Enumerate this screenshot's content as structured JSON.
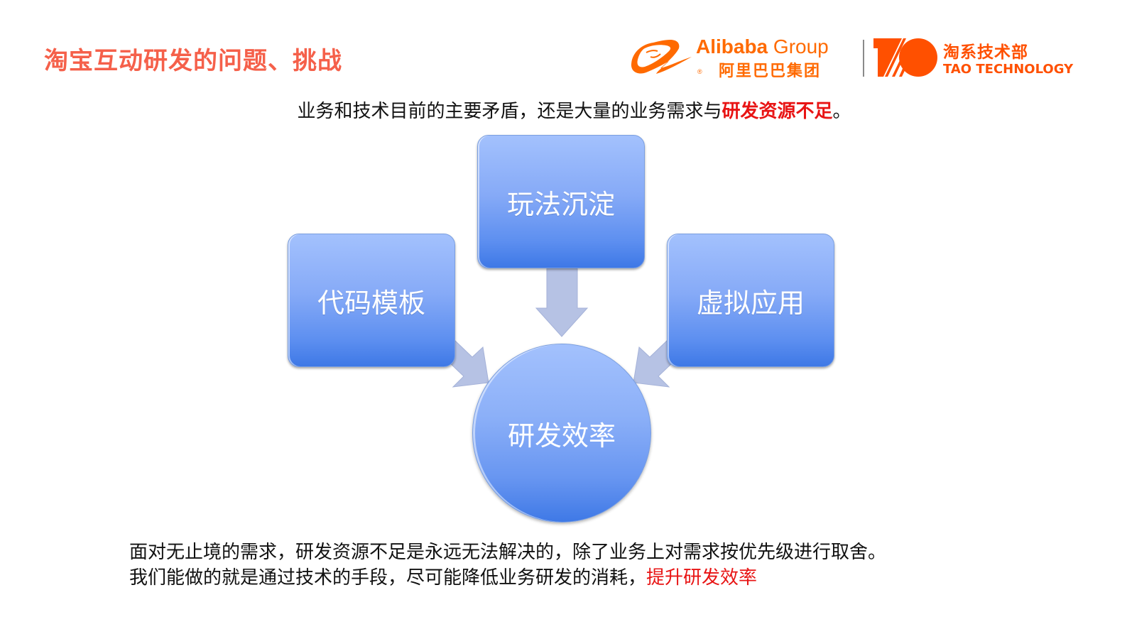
{
  "slide": {
    "title": "淘宝互动研发的问题、挑战",
    "colors": {
      "title": "#f5604a",
      "brand_orange": "#ff6a00",
      "tao_orange": "#ff5000",
      "highlight_red": "#e81414",
      "box_blue_top": "#a3c1fd",
      "box_blue_bottom": "#3e78e6",
      "arrow": "#b6c2e4"
    }
  },
  "logos": {
    "alibaba": {
      "name_bold": "Alibaba",
      "name_light": " Group",
      "chinese": "阿里巴巴集团",
      "registered": "®"
    },
    "tao": {
      "chinese": "淘系技术部",
      "english": "TAO TECHNOLOGY"
    }
  },
  "subtitle": {
    "prefix": "业务和技术目前的主要矛盾，还是大量的业务需求与",
    "highlight": "研发资源不足",
    "suffix": "。"
  },
  "diagram": {
    "top_box": "玩法沉淀",
    "left_box": "代码模板",
    "right_box": "虚拟应用",
    "center_circle": "研发效率",
    "arrows": [
      {
        "from": "玩法沉淀",
        "to": "研发效率"
      },
      {
        "from": "代码模板",
        "to": "研发效率"
      },
      {
        "from": "虚拟应用",
        "to": "研发效率"
      }
    ]
  },
  "conclusion": {
    "line1": "面对无止境的需求，研发资源不足是永远无法解决的，除了业务上对需求按优先级进行取舍。",
    "line2_prefix": "我们能做的就是通过技术的手段，尽可能降低业务研发的消耗，",
    "line2_highlight": "提升研发效率"
  }
}
